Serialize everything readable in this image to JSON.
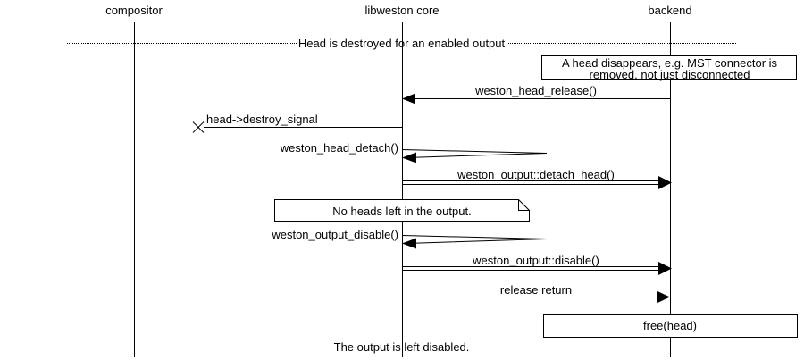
{
  "colors": {
    "line": "#000000",
    "background": "#ffffff",
    "text": "#000000"
  },
  "actors": [
    {
      "label": "compositor"
    },
    {
      "label": "libweston core"
    },
    {
      "label": "backend"
    }
  ],
  "dividers": [
    {
      "label": "Head is destroyed for an enabled output"
    },
    {
      "label": "The output is left disabled."
    }
  ],
  "notes": [
    {
      "type": "box",
      "line1": "A head disappears, e.g. MST connector is",
      "line2": "removed, not just disconnected"
    },
    {
      "type": "note",
      "text": "No heads left in the output."
    },
    {
      "type": "box",
      "text": "free(head)"
    }
  ],
  "messages": [
    {
      "label": "weston_head_release()",
      "from": "backend",
      "to": "libweston core",
      "style": "solid-arrow-left"
    },
    {
      "label": "head->destroy_signal",
      "from": "libweston core",
      "to": "lost",
      "style": "lost-message-x"
    },
    {
      "label": "weston_head_detach()",
      "from": "libweston core",
      "to": "libweston core",
      "style": "self-loop"
    },
    {
      "label": "weston_output::detach_head()",
      "from": "libweston core",
      "to": "backend",
      "style": "double-line-arrow"
    },
    {
      "label": "weston_output_disable()",
      "from": "libweston core",
      "to": "libweston core",
      "style": "self-loop"
    },
    {
      "label": "weston_output::disable()",
      "from": "libweston core",
      "to": "backend",
      "style": "double-line-arrow"
    },
    {
      "label": "release return",
      "from": "libweston core",
      "to": "backend",
      "style": "dotted-arrow"
    }
  ]
}
